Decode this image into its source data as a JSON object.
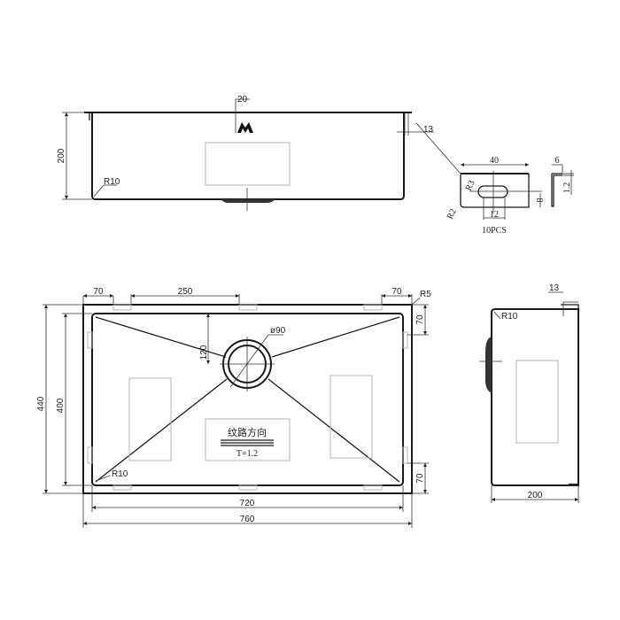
{
  "drawing": {
    "title": "Undermount sink technical drawing",
    "colors": {
      "line": "#1a1a1a",
      "faint": "#b5b5b5",
      "background": "#ffffff"
    }
  },
  "front_view": {
    "height_label": "200",
    "faucet_offset_label": "20",
    "flange_label": "13",
    "corner_radius_label": "R10"
  },
  "bracket_detail": {
    "width_label": "40",
    "slot_width_label": "12",
    "slot_height_label": "8",
    "slot_radius_label": "R3",
    "corner_radius_label": "R2",
    "side_width_label": "6",
    "thickness_label": "1.2",
    "quantity_label": "10PCS"
  },
  "plan_view": {
    "bracket_spacing_left_label": "70",
    "bracket_spacing_mid_label": "250",
    "bracket_spacing_right_label": "70",
    "outer_corner_radius_label": "R5",
    "side_top_label": "70",
    "side_bottom_label": "70",
    "drain_diameter_label": "ø90",
    "drain_offset_label": "120",
    "inner_corner_radius_label": "R10",
    "outer_height_label": "440",
    "inner_height_label": "400",
    "inner_width_label": "720",
    "outer_width_label": "760",
    "grain_direction_label": "纹路方向",
    "thickness_label": "T=1.2"
  },
  "side_view": {
    "flange_label": "13",
    "corner_radius_label": "R10",
    "depth_label": "200"
  }
}
